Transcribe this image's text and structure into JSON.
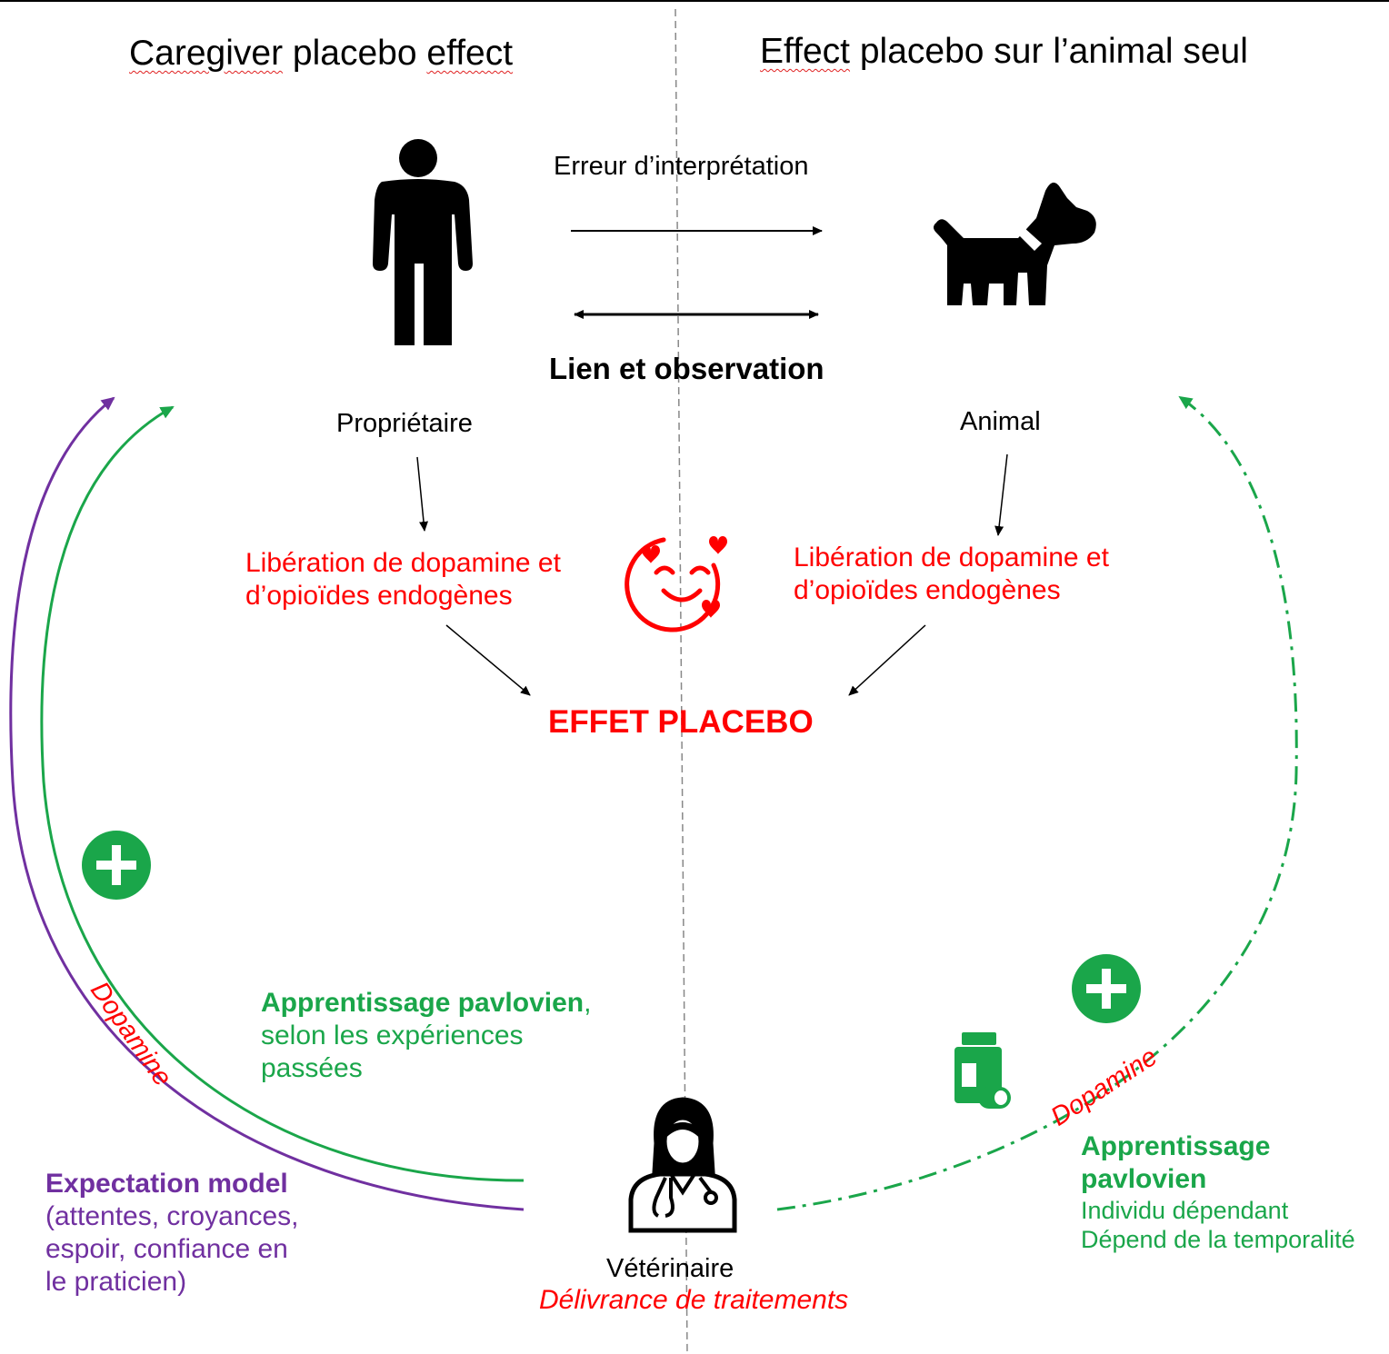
{
  "titles": {
    "left_word": "Caregiver",
    "left_mid": " placebo ",
    "left_word2": "effect",
    "right_word": "Effect",
    "right_rest": " placebo sur l’animal seul"
  },
  "center": {
    "misinterpretation": "Erreur d’interprétation",
    "link": "Lien et observation",
    "placebo": "EFFET PLACEBO"
  },
  "owner": {
    "label": "Propriétaire",
    "release_line1": "Libération de dopamine et",
    "release_line2": "d’opioïdes endogènes"
  },
  "animal": {
    "label": "Animal",
    "release_line1": "Libération de dopamine et",
    "release_line2": "d’opioïdes endogènes"
  },
  "left_learning": {
    "title": "Apprentissage pavlovien",
    "comma": ",",
    "line2": "selon les expériences",
    "line3": "passées"
  },
  "expectation": {
    "title": "Expectation model",
    "line2": "(attentes, croyances,",
    "line3": "espoir, confiance en",
    "line4": "le praticien)"
  },
  "vet": {
    "label": "Vétérinaire",
    "action": "Délivrance de traitements"
  },
  "right_learning": {
    "title_line1": "Apprentissage",
    "title_line2": "pavlovien",
    "line3": "Individu dépendant",
    "line4": "Dépend de la temporalité"
  },
  "dopamine_left": "Dopamine",
  "dopamine_right": "Dopamine",
  "colors": {
    "red": "#ff0000",
    "green": "#1aa64a",
    "purple": "#7030a0",
    "black": "#000000"
  },
  "icons": [
    "person-icon",
    "dog-icon",
    "smiling-face-hearts-icon",
    "plus-circle-icon",
    "medicine-bottle-icon",
    "veterinarian-icon"
  ]
}
